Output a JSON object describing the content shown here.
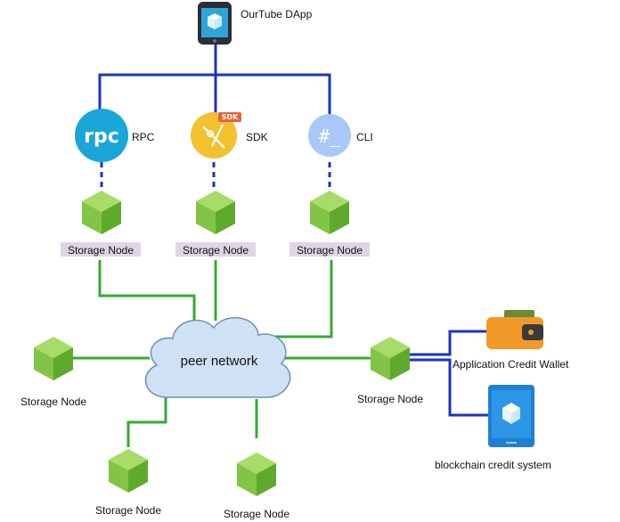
{
  "app": {
    "name": "OurTube DApp"
  },
  "interfaces": [
    {
      "label": "RPC",
      "logo_text": "rpc",
      "color": "#1aa6d8"
    },
    {
      "label": "SDK",
      "badge": "SDK",
      "color": "#f2c12e",
      "badge_color": "#e8623b"
    },
    {
      "label": "CLI",
      "logo_text": "#_",
      "color": "#a9c8f7"
    }
  ],
  "network": {
    "label": "peer network"
  },
  "storage_nodes": {
    "top_left": "Storage Node",
    "top_middle": "Storage Node",
    "top_right": "Storage Node",
    "left": "Storage Node",
    "right": "Storage Node",
    "bottom_left": "Storage Node",
    "bottom_right": "Storage Node"
  },
  "wallet": {
    "label": "Application Credit Wallet"
  },
  "credit_system": {
    "label": "blockchain credit system"
  },
  "colors": {
    "client_link": "#1a33c4",
    "network_link": "#3aa836",
    "node_cube": "#7cc53c",
    "cloud_fill": "#cfe1f5",
    "cloud_stroke": "#6f8fb3",
    "label_highlight": "#dcd6e6"
  },
  "icons": {
    "app": "phone-app-icon",
    "rpc": "rpc-logo-icon",
    "sdk": "sdk-logo-icon",
    "cli": "cli-terminal-icon",
    "storage_node": "cube-icon",
    "network": "cloud-icon",
    "wallet": "wallet-icon",
    "credit_system": "tablet-app-icon"
  }
}
